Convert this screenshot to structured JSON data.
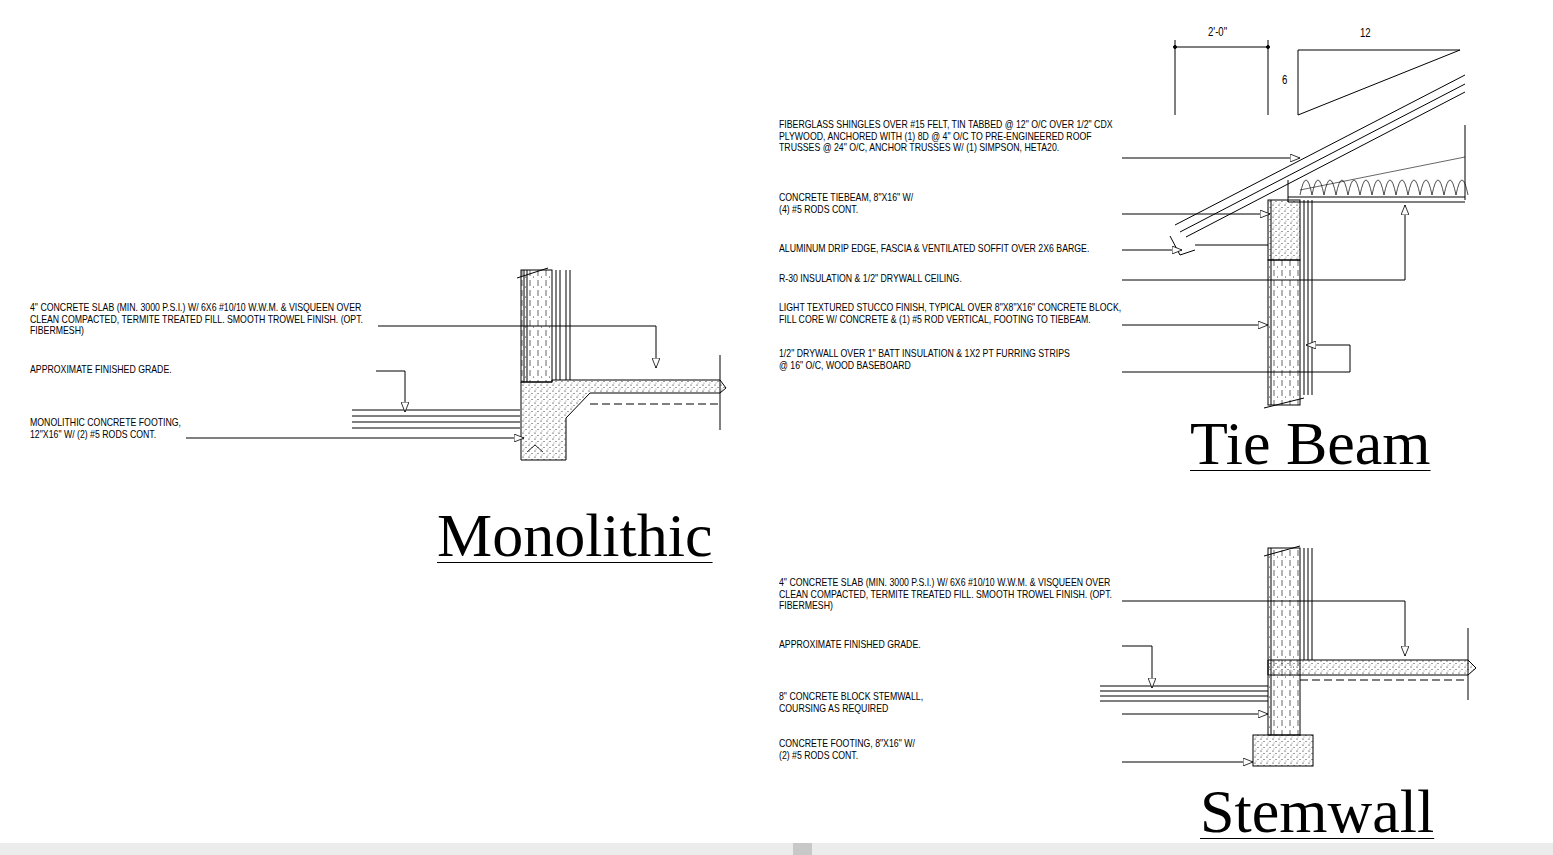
{
  "diagram": {
    "labels": [
      "4\" CONCRETE SLAB (MIN. 3000 P.S.I.) W/ 6X6 #10/10 W.W.M. & VISQUEEN OVER CLEAN COMPACTED, TERMITE TREATED FILL. SMOOTH TROWEL FINISH. (OPT. FIBERMESH)",
      "APPROXIMATE FINISHED GRADE.",
      "MONOLITHIC CONCRETE FOOTING, 12\"X16\" W/ (2) #5 RODS CONT.",
      "Monolithic",
      "2'-0\"",
      "12",
      "6",
      "FIBERGLASS SHINGLES OVER #15 FELT, TIN TABBED @ 12\" O/C OVER 1/2\" CDX PLYWOOD, ANCHORED WITH (1) 8D @ 4\" O/C TO PRE-ENGINEERED ROOF TRUSSES @ 24\" O/C, ANCHOR TRUSSES W/ (1) SIMPSON, HETA20.",
      "CONCRETE TIEBEAM, 8\"X16\" W/ (4) #5 RODS CONT.",
      "ALUMINUM DRIP EDGE, FASCIA & VENTILATED SOFFIT OVER 2X6 BARGE.",
      "R-30 INSULATION & 1/2\" DRYWALL CEILING.",
      "LIGHT TEXTURED STUCCO FINISH, TYPICAL OVER 8\"X8\"X16\" CONCRETE BLOCK, FILL CORE W/ CONCRETE & (1) #5 ROD VERTICAL, FOOTING TO TIEBEAM.",
      "1/2\" DRYWALL OVER 1\" BATT INSULATION & 1X2 PT FURRING STRIPS @ 16\" O/C, WOOD BASEBOARD",
      "Tie Beam",
      "4\" CONCRETE SLAB (MIN. 3000 P.S.I.) W/ 6X6 #10/10 W.W.M. & VISQUEEN OVER CLEAN COMPACTED, TERMITE TREATED FILL. SMOOTH TROWEL FINISH. (OPT. FIBERMESH)",
      "APPROXIMATE FINISHED GRADE.",
      "8\" CONCRETE BLOCK STEMWALL, COURSING AS REQUIRED",
      "CONCRETE FOOTING, 8\"X16\" W/ (2) #5 RODS CONT.",
      "Stemwall"
    ]
  }
}
